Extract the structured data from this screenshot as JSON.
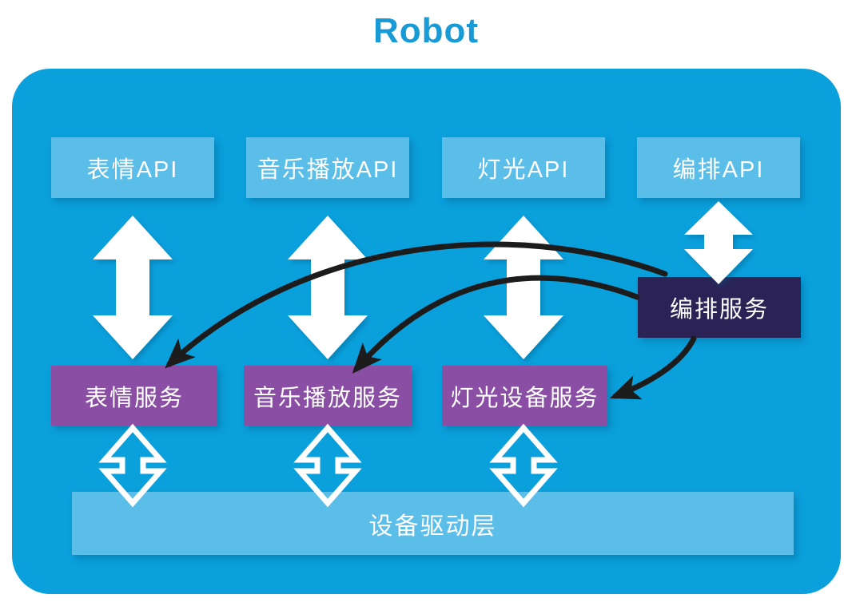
{
  "title": "Robot",
  "colors": {
    "title_text": "#189ad6",
    "container_bg": "#0aa0dc",
    "api_box_bg": "#5bbee8",
    "service_box_bg": "#8a4fa5",
    "orchestration_box_bg": "#2b2356",
    "driver_bar_bg": "#5bbee8",
    "box_text": "#ffffff",
    "solid_arrow": "#ffffff",
    "curved_arrow": "#1c1c1c"
  },
  "api_layer": {
    "boxes": [
      {
        "label": "表情API"
      },
      {
        "label": "音乐播放API"
      },
      {
        "label": "灯光API"
      },
      {
        "label": "编排API"
      }
    ]
  },
  "service_layer": {
    "boxes": [
      {
        "label": "表情服务"
      },
      {
        "label": "音乐播放服务"
      },
      {
        "label": "灯光设备服务"
      }
    ],
    "orchestration": {
      "label": "编排服务"
    }
  },
  "driver_layer": {
    "label": "设备驱动层"
  },
  "connections": [
    {
      "from": "表情API",
      "to": "表情服务",
      "style": "white-double-arrow",
      "direction": "bidirectional"
    },
    {
      "from": "音乐播放API",
      "to": "音乐播放服务",
      "style": "white-double-arrow",
      "direction": "bidirectional"
    },
    {
      "from": "灯光API",
      "to": "灯光设备服务",
      "style": "white-double-arrow",
      "direction": "bidirectional"
    },
    {
      "from": "编排API",
      "to": "编排服务",
      "style": "white-double-arrow",
      "direction": "bidirectional"
    },
    {
      "from": "编排服务",
      "to": "表情服务",
      "style": "black-curved-arrow",
      "direction": "one-way"
    },
    {
      "from": "编排服务",
      "to": "音乐播放服务",
      "style": "black-curved-arrow",
      "direction": "one-way"
    },
    {
      "from": "编排服务",
      "to": "灯光设备服务",
      "style": "black-curved-arrow",
      "direction": "one-way"
    },
    {
      "from": "表情服务",
      "to": "设备驱动层",
      "style": "white-outline-double-arrow",
      "direction": "bidirectional"
    },
    {
      "from": "音乐播放服务",
      "to": "设备驱动层",
      "style": "white-outline-double-arrow",
      "direction": "bidirectional"
    },
    {
      "from": "灯光设备服务",
      "to": "设备驱动层",
      "style": "white-outline-double-arrow",
      "direction": "bidirectional"
    }
  ]
}
